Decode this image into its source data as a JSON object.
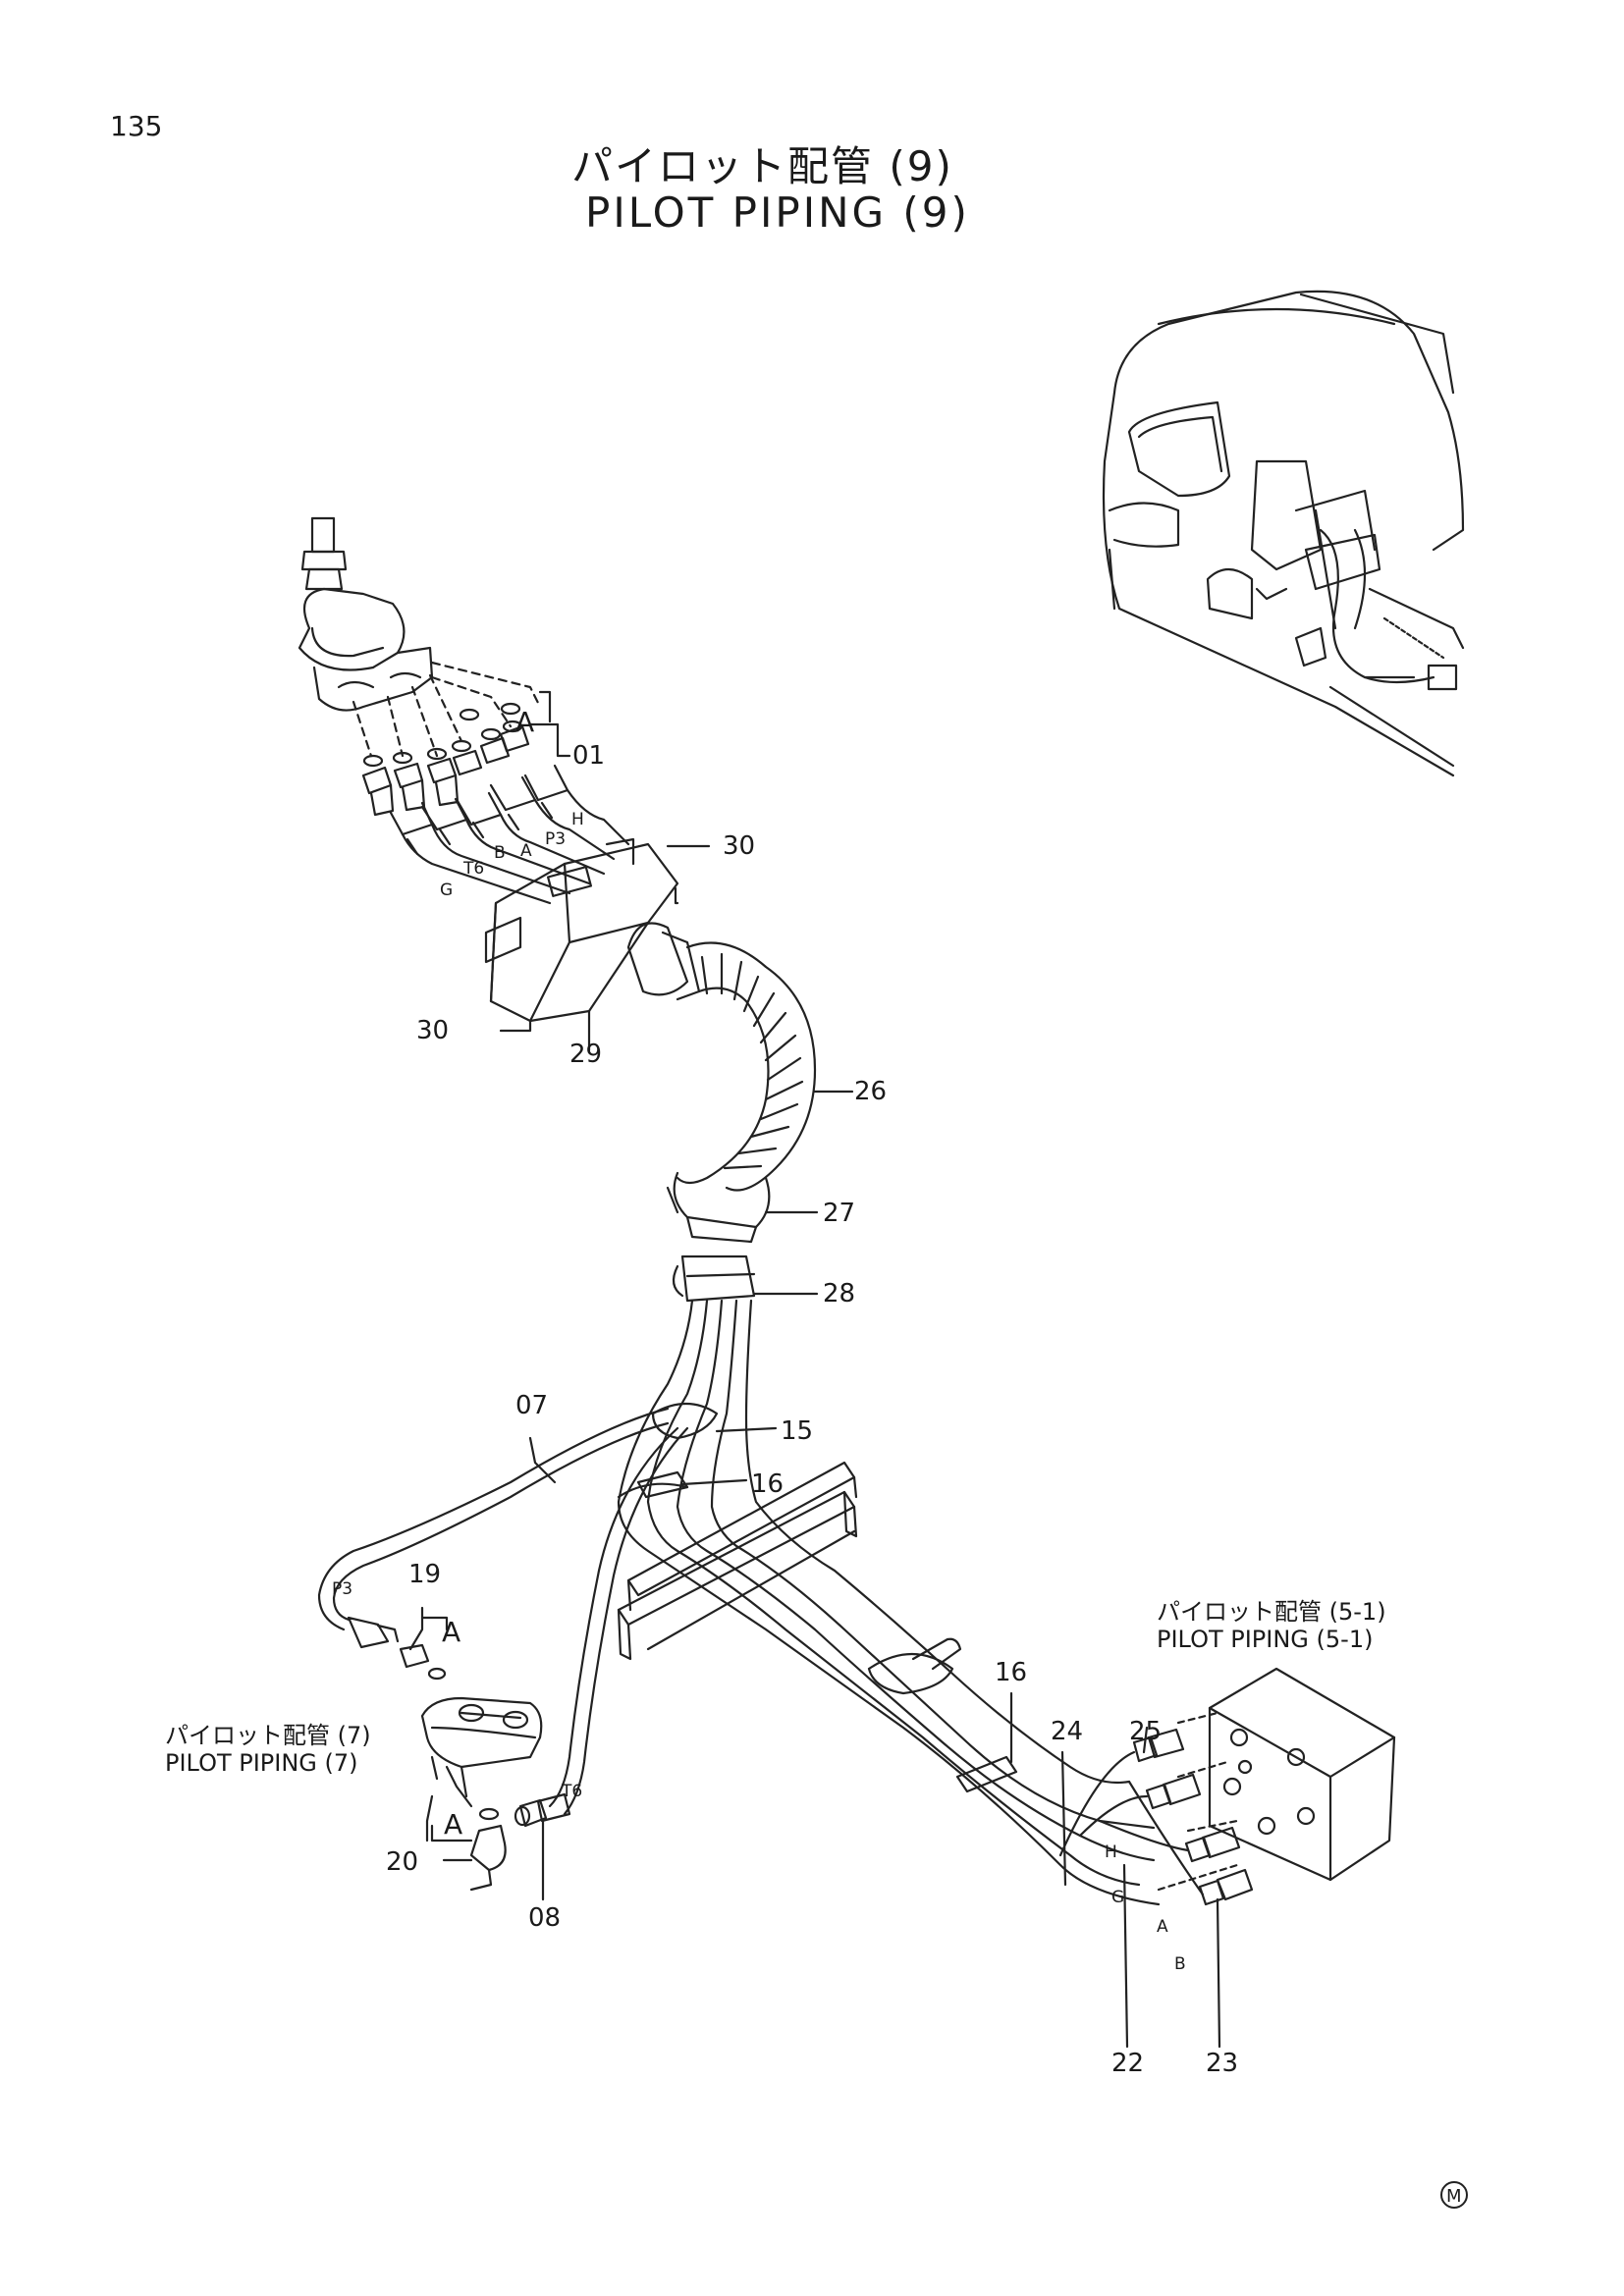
{
  "page": {
    "number": "135",
    "title_jp": "パイロット配管 (9)",
    "title_en": "PILOT PIPING (9)"
  },
  "references": [
    {
      "jp": "パイロット配管 (5-1)",
      "en": "PILOT PIPING (5-1)"
    },
    {
      "jp": "パイロット配管 (7)",
      "en": "PILOT PIPING (7)"
    }
  ],
  "callouts": [
    "01",
    "30",
    "30",
    "29",
    "26",
    "27",
    "28",
    "07",
    "15",
    "16",
    "19",
    "20",
    "08",
    "16",
    "24",
    "25",
    "22",
    "23"
  ],
  "detail_marks": [
    "A",
    "A",
    "A"
  ],
  "port_labels": [
    "H",
    "P3",
    "A",
    "B",
    "T6",
    "G",
    "P3",
    "T6",
    "H",
    "G",
    "A",
    "B"
  ],
  "footer_mark": "M"
}
